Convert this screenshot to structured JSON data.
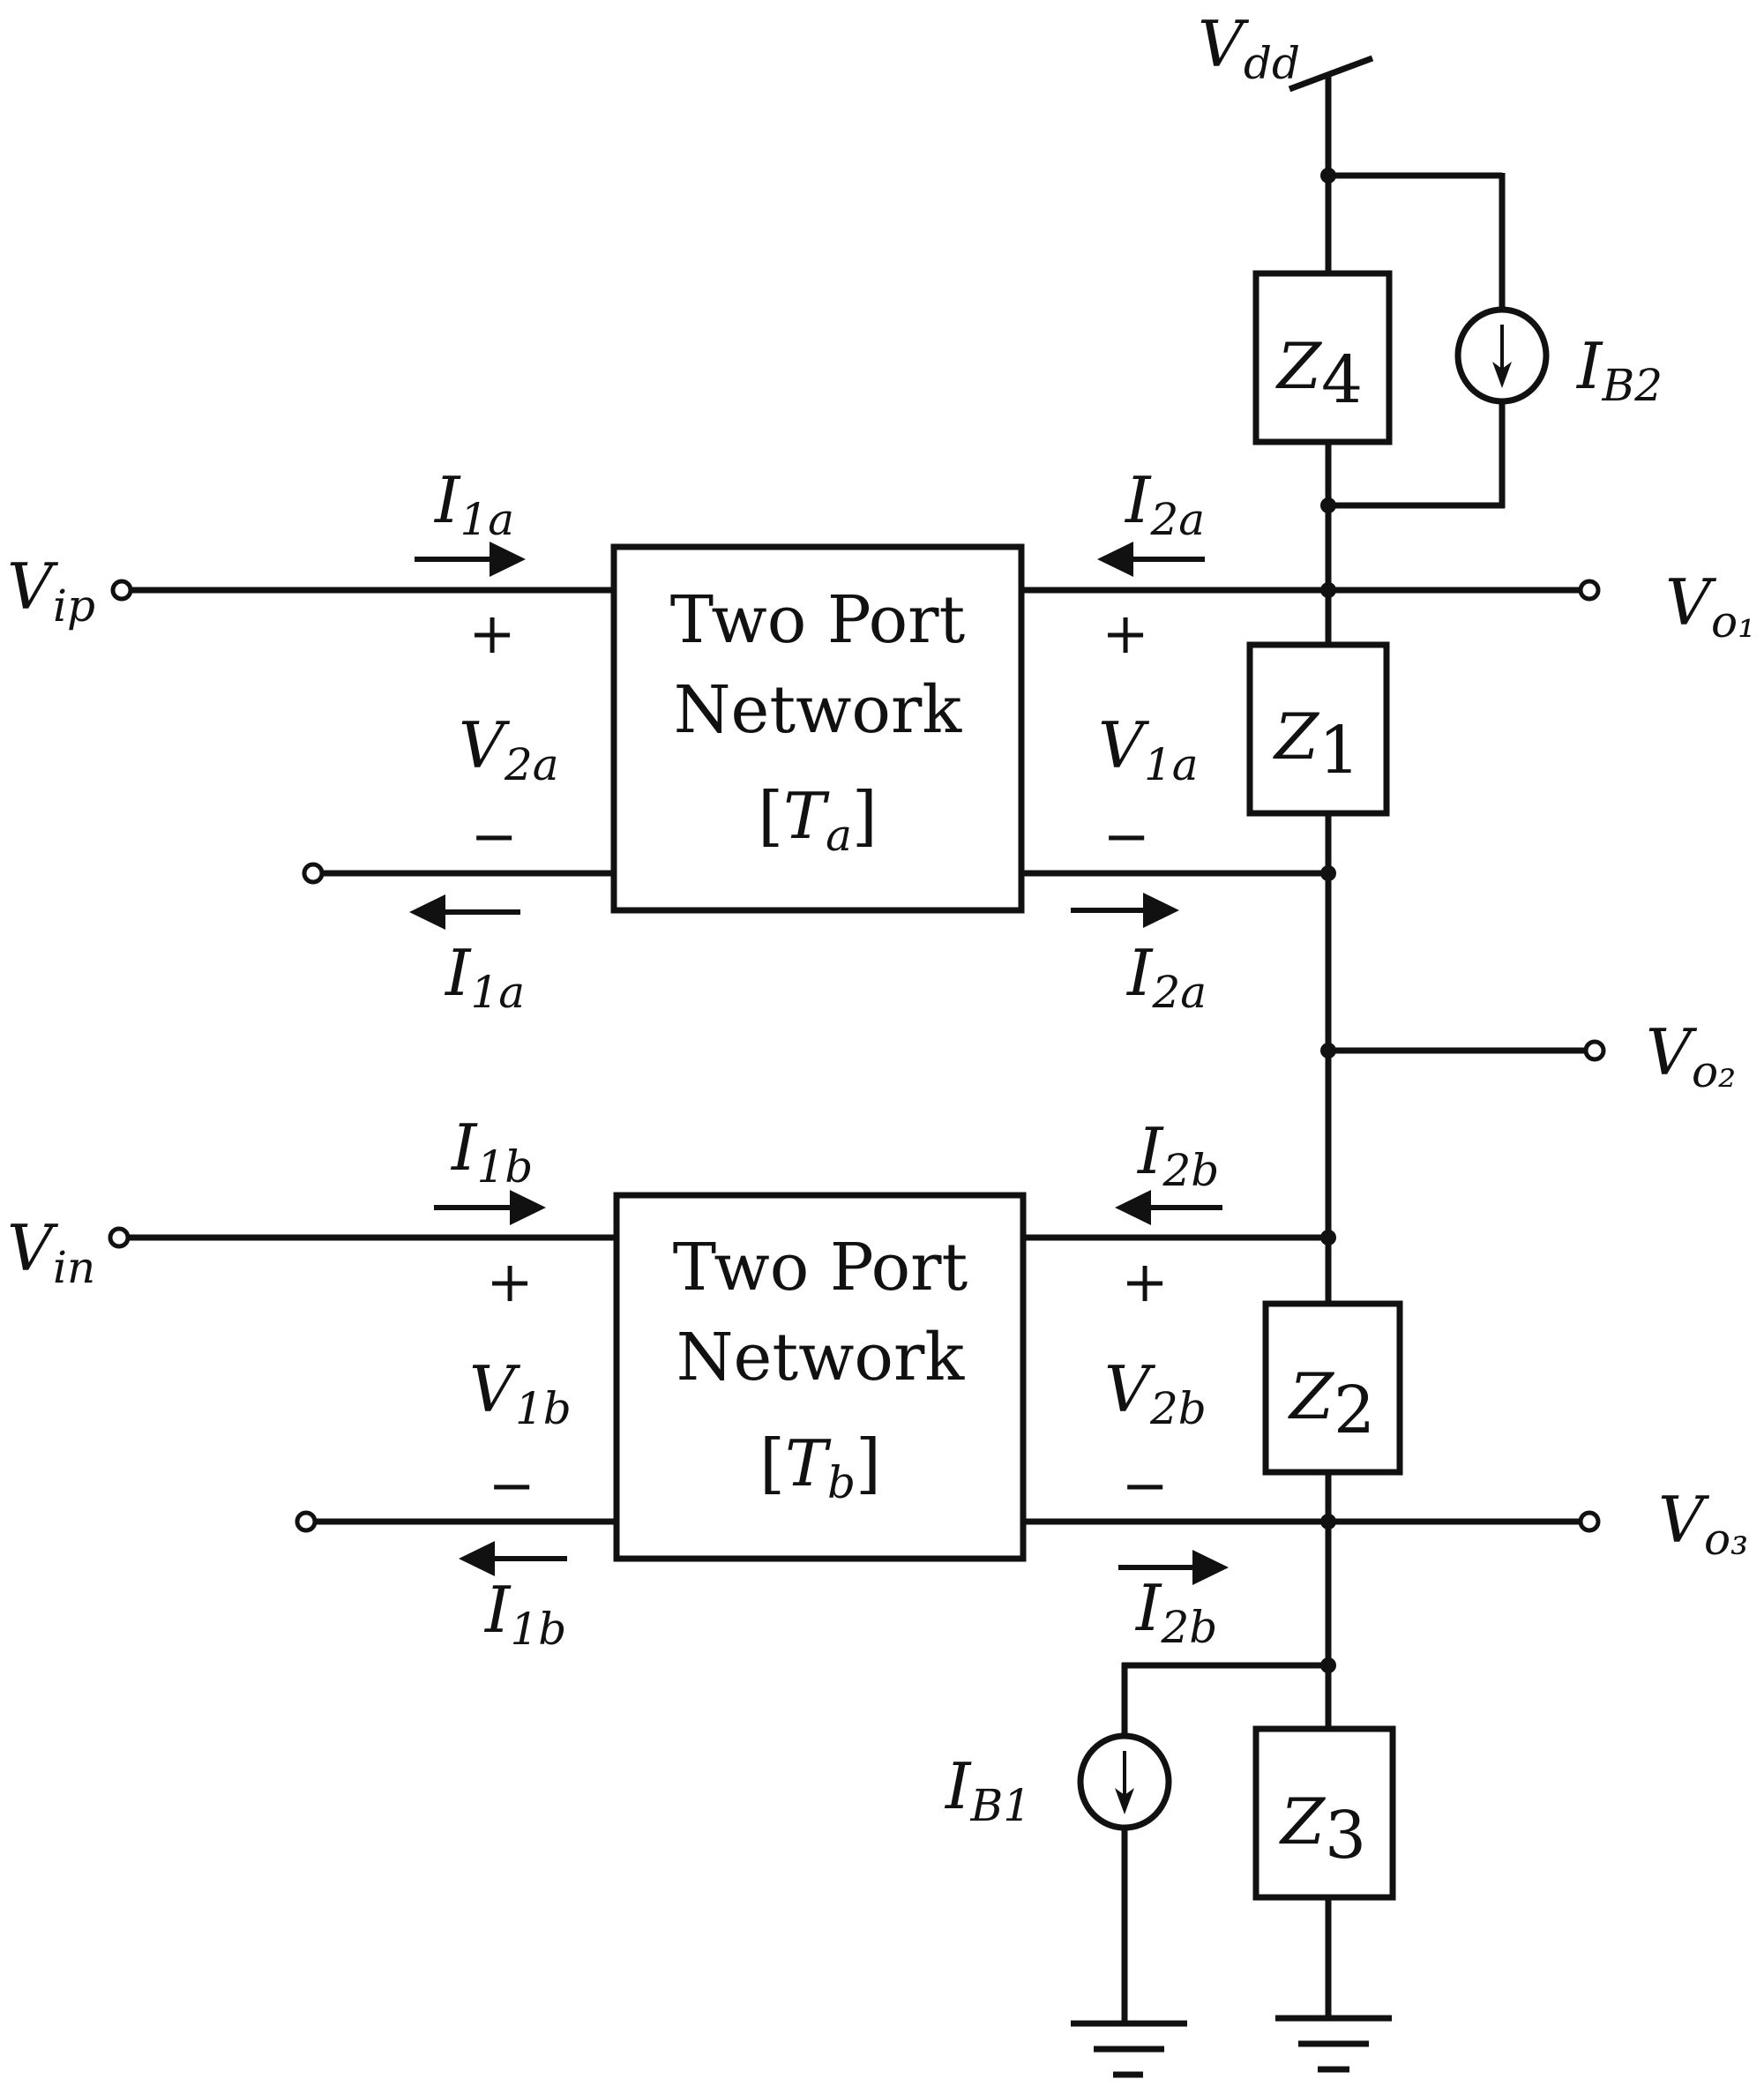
{
  "diagram": {
    "type": "circuit-schematic",
    "supply": {
      "label": "V",
      "sub": "dd"
    },
    "inputs": [
      {
        "id": "vip",
        "label": "V",
        "sub": "ip"
      },
      {
        "id": "vin",
        "label": "V",
        "sub": "in"
      }
    ],
    "outputs": [
      {
        "id": "vo1",
        "label": "V",
        "sub": "o₁"
      },
      {
        "id": "vo2",
        "label": "V",
        "sub": "o₂"
      },
      {
        "id": "vo3",
        "label": "V",
        "sub": "o₃"
      }
    ],
    "networks": [
      {
        "id": "ta",
        "line1": "Two Port",
        "line2": "Network",
        "matrix": "T",
        "matrix_sub": "a",
        "left_current": {
          "label": "I",
          "sub": "1a"
        },
        "right_current": {
          "label": "I",
          "sub": "2a"
        },
        "left_voltage": {
          "label": "V",
          "sub": "2a"
        },
        "right_voltage": {
          "label": "V",
          "sub": "1a"
        }
      },
      {
        "id": "tb",
        "line1": "Two Port",
        "line2": "Network",
        "matrix": "T",
        "matrix_sub": "b",
        "left_current": {
          "label": "I",
          "sub": "1b"
        },
        "right_current": {
          "label": "I",
          "sub": "2b"
        },
        "left_voltage": {
          "label": "V",
          "sub": "1b"
        },
        "right_voltage": {
          "label": "V",
          "sub": "2b"
        }
      }
    ],
    "impedances": [
      {
        "id": "z4",
        "label": "Z",
        "sub": "4"
      },
      {
        "id": "z1",
        "label": "Z",
        "sub": "1"
      },
      {
        "id": "z2",
        "label": "Z",
        "sub": "2"
      },
      {
        "id": "z3",
        "label": "Z",
        "sub": "3"
      }
    ],
    "current_sources": [
      {
        "id": "ib2",
        "label": "I",
        "sub": "B2"
      },
      {
        "id": "ib1",
        "label": "I",
        "sub": "B1"
      }
    ],
    "signs": {
      "plus": "+",
      "minus": "−"
    },
    "brackets": {
      "open": "[",
      "close": "]"
    }
  }
}
